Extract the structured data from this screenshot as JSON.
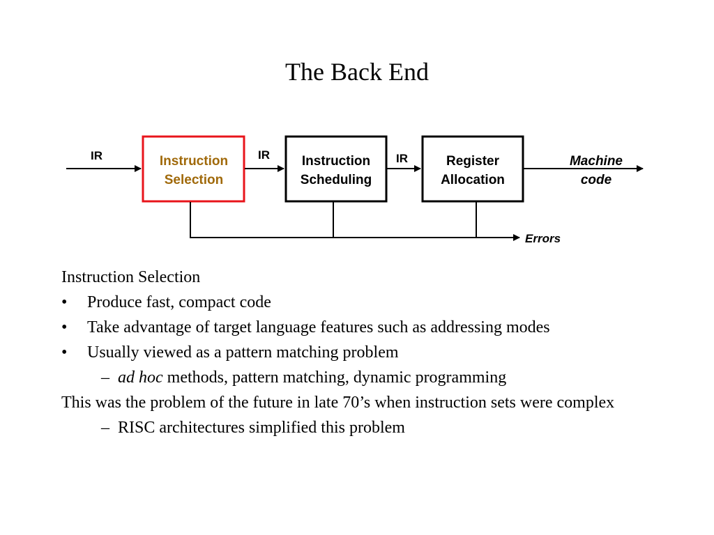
{
  "slide": {
    "title": "The Back End"
  },
  "diagram": {
    "boxes": [
      {
        "line1": "Instruction",
        "line2": "Selection",
        "highlight": true
      },
      {
        "line1": "Instruction",
        "line2": "Scheduling",
        "highlight": false
      },
      {
        "line1": "Register",
        "line2": "Allocation",
        "highlight": false
      }
    ],
    "edge_labels": [
      "IR",
      "IR",
      "IR"
    ],
    "output_line1": "Machine",
    "output_line2": "code",
    "errors_label": "Errors",
    "colors": {
      "highlight_border": "#e8141b",
      "highlight_text": "#a0690a",
      "normal": "#000000"
    }
  },
  "content": {
    "heading": "Instruction Selection",
    "bullets": [
      "Produce fast, compact code",
      "Take advantage of target language features  such as addressing modes",
      "Usually viewed as a pattern matching problem"
    ],
    "sub1_italic": "ad hoc",
    "sub1_rest": " methods, pattern matching, dynamic programming",
    "para": "This was the problem of the future in late 70’s when instruction sets were complex",
    "sub2": "RISC architectures simplified this problem",
    "bullet_marker": "•",
    "dash_marker": "–"
  }
}
